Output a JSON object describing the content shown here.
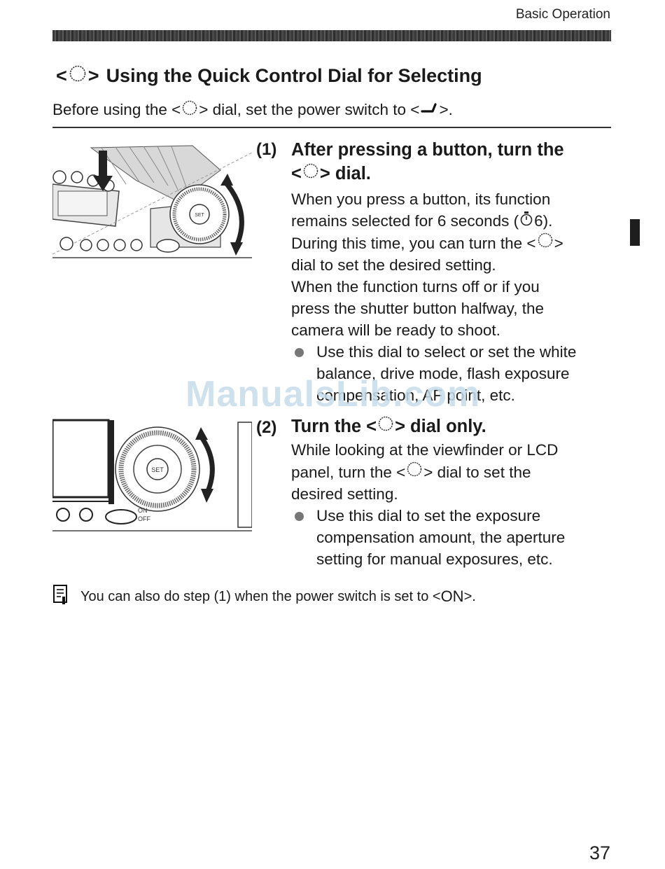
{
  "header": {
    "section_name": "Basic Operation"
  },
  "title": {
    "prefix": "<",
    "dial_icon": "quick-control-dial-icon",
    "suffix": ">",
    "text": "Using the Quick Control Dial for Selecting"
  },
  "intro": {
    "before": "Before using the <",
    "middle": "> dial, set the power switch to <",
    "switch_icon": "power-switch-icon",
    "after": ">."
  },
  "step1": {
    "number": "(1)",
    "heading_line1": "After pressing a button, turn the",
    "heading_line2_prefix": "<",
    "heading_line2_suffix": "> dial.",
    "body_lines": [
      "When you press a button, its function",
      "remains selected for 6 seconds (",
      "During this time, you can turn the <",
      "dial to set the desired setting.",
      "When the function turns off or if you",
      "press the shutter button halfway, the",
      "camera will be ready to shoot."
    ],
    "timer_value": "6",
    "timer_close": ").",
    "dial_close": ">",
    "bullet_lines": [
      "Use this dial to select or set the white",
      "balance, drive mode, flash exposure",
      "compensation, AF point, etc."
    ]
  },
  "step2": {
    "number": "(2)",
    "heading_prefix": "Turn the <",
    "heading_suffix": "> dial only.",
    "body_lines": [
      "While looking at the viewfinder or LCD",
      "panel, turn the <",
      "desired setting."
    ],
    "dial_after": "> dial to set the",
    "bullet_lines": [
      "Use this dial to set the exposure",
      "compensation amount, the aperture",
      "setting for manual exposures, etc."
    ]
  },
  "note": {
    "icon": "memo-note-icon",
    "text_before": "You can also do step (1) when the power switch is set to <",
    "on_label": "ON",
    "text_after": ">."
  },
  "illustrations": {
    "fig1_set_label": "SET",
    "fig2_set_label": "SET",
    "fig2_on_label": "ON",
    "fig2_off_label": "OFF"
  },
  "watermark": "ManualsLib.com",
  "page_number": "37"
}
